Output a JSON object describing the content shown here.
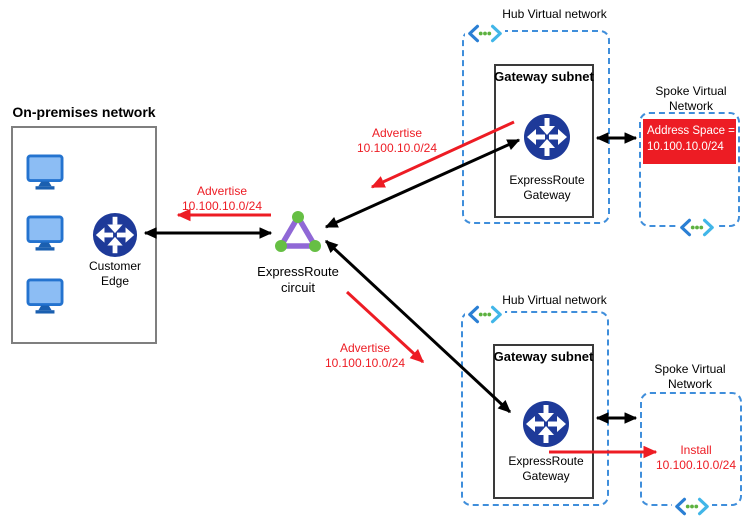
{
  "colors": {
    "red": "#ed1c24",
    "router_navy": "#1e3a99",
    "dashed_blue": "#3f8edb",
    "monitor_screen_blue": "#8cbdf4",
    "monitor_dark_blue": "#1a5fb0",
    "circuit_purple": "#9068d6",
    "circuit_green": "#66bf44",
    "black": "#000000"
  },
  "on_premises": {
    "title": "On-premises network",
    "customer_edge": [
      "Customer",
      "Edge"
    ]
  },
  "circuit": {
    "label": [
      "ExpressRoute",
      "circuit"
    ]
  },
  "hub_top": {
    "title": "Hub Virtual network",
    "subnet_title": "Gateway subnet",
    "gateway_label": [
      "ExpressRoute",
      "Gateway"
    ]
  },
  "hub_bottom": {
    "title": "Hub Virtual network",
    "subnet_title": "Gateway subnet",
    "gateway_label": [
      "ExpressRoute",
      "Gateway"
    ]
  },
  "spoke_top": {
    "title": [
      "Spoke Virtual",
      "Network"
    ],
    "address": [
      "Address Space =",
      "10.100.10.0/24"
    ]
  },
  "spoke_bottom": {
    "title": [
      "Spoke Virtual",
      "Network"
    ],
    "install": [
      "Install",
      "10.100.10.0/24"
    ]
  },
  "annotations": {
    "advertise_left": [
      "Advertise",
      "10.100.10.0/24"
    ],
    "advertise_top": [
      "Advertise",
      "10.100.10.0/24"
    ],
    "advertise_bottom": [
      "Advertise",
      "10.100.10.0/24"
    ]
  }
}
